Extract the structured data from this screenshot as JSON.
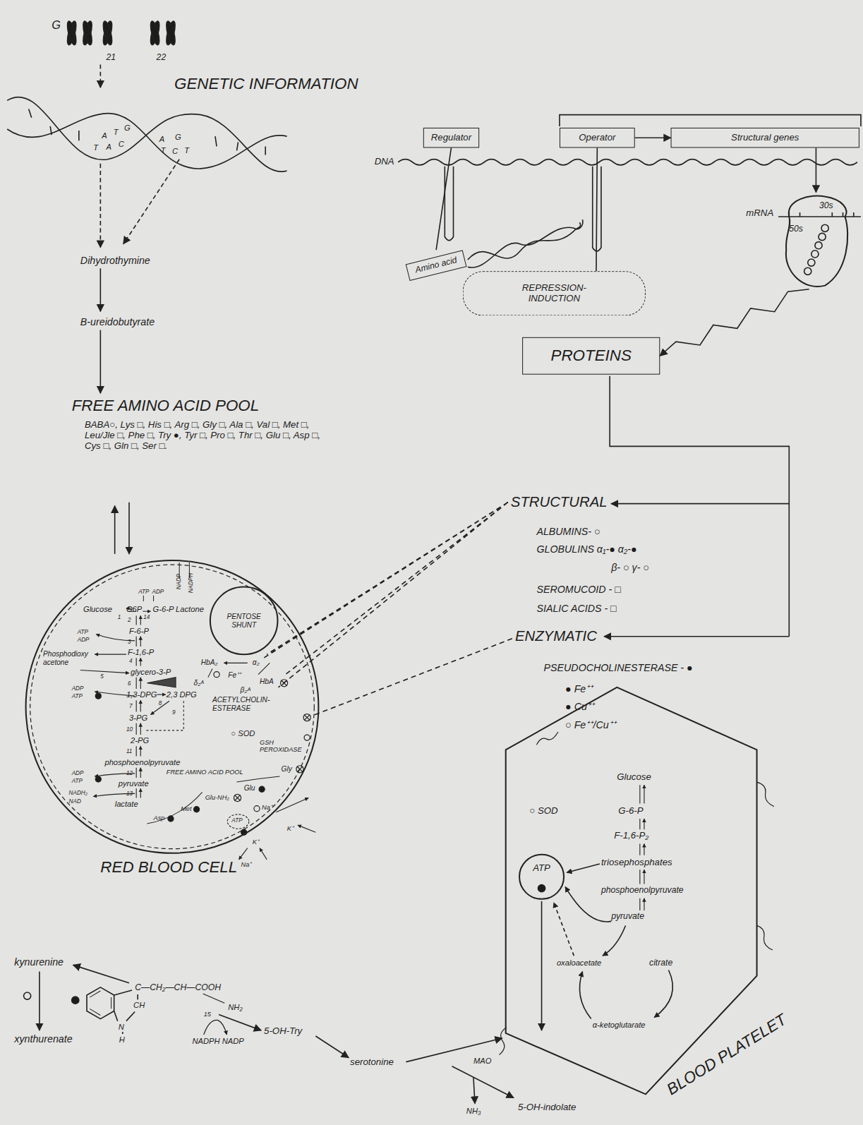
{
  "diagram": {
    "nodes": [
      {
        "text": [
          "Regulator"
        ]
      },
      {
        "text": [
          "Operator"
        ]
      },
      {
        "text": [
          "Structural genes"
        ]
      },
      {
        "text": [
          "REPRESSION- INDUCTION"
        ]
      },
      {
        "text": [
          "Amino acid"
        ]
      },
      {
        "text": [
          "PROTEINS"
        ]
      },
      {
        "text": [
          "30s",
          "50s"
        ]
      },
      {
        "text": [
          "RED BLOOD CELL"
        ]
      },
      {
        "text": [
          "PENTOSE SHUNT"
        ],
        "in": 7
      },
      {
        "text": [
          "BLOOD PLATELET"
        ]
      },
      {
        "text": [
          "ATP"
        ],
        "in": 9
      }
    ],
    "edges": [
      {
        "from": 1,
        "to": 2,
        "arrow": "to"
      },
      {
        "from": 2,
        "to": 6,
        "arrow": "to"
      },
      {
        "from": 6,
        "to": 5,
        "arrow": "to"
      },
      {
        "from": 0,
        "to": 4,
        "arrow": "none"
      },
      {
        "from": 1,
        "to": 3,
        "arrow": "none"
      }
    ],
    "labels": [
      "G",
      "21",
      "22",
      "GENETIC INFORMATION",
      "A",
      "T",
      "G",
      "T",
      "A",
      "C",
      "A",
      "G",
      "T",
      "C",
      "T",
      "Dihydrothymine",
      "B-ureidobutyrate",
      "FREE AMINO ACID POOL",
      "BABA○, Lys □, His □, Arg □, Gly □, Ala □, Val □, Met □, Leu/Jle □, Phe □, Try ●, Tyr □, Pro □, Thr □, Glu □, Asp □, Cys □, Gln □, Ser □.",
      "DNA",
      "mRNA",
      "STRUCTURAL",
      "ALBUMINS- ○",
      "GLOBULINS α₁-● α₂-●",
      "β- ○ γ- ○",
      "SEROMUCOID - □",
      "SIALIC ACIDS - □",
      "ENZYMATIC",
      "PSEUDOCHOLINESTERASE - ●",
      "● Fe⁺⁺",
      "● Cu⁺⁺",
      "○ Fe⁺⁺/Cu⁺⁺",
      "ATP",
      "ADP",
      "NADP",
      "NADPH",
      "Glucose",
      "1",
      "G6P",
      "G-6-P Lactone",
      "14",
      "2",
      "F-6-P",
      "ATP",
      "ADP",
      "3",
      "F-1,6-P",
      "4",
      "Phosphodioxy acetone",
      "5",
      "glycero-3-P",
      "6",
      "1,3-DPG",
      "ADP",
      "ATP",
      "7",
      "8",
      "2,3 DPG",
      "3-PG",
      "9",
      "10",
      "2-PG",
      "11",
      "phosphoenolpyruvate",
      "ADP",
      "ATP",
      "12",
      "pyruvate",
      "13",
      "NADH₂",
      "NAD",
      "lactate",
      "HbA₂",
      "α₂",
      "Fe⁺⁺",
      "HbA",
      "δ₂ᴬ",
      "β₂ᴬ",
      "ACETYLCHOLIN- ESTERASE",
      "○ SOD",
      "GSH PEROXIDASE",
      "FREE AMINO ACID POOL",
      "Gly",
      "Glu",
      "Glu-NH₂",
      "Met",
      "Asp",
      "Na⁺",
      "ATP",
      "K⁺",
      "K⁺",
      "Na⁺",
      "○ SOD",
      "Glucose",
      "G-6-P",
      "F-1,6-P₂",
      "triosephosphates",
      "phosphoenolpyruvate",
      "pyruvate",
      "oxaloacetate",
      "citrate",
      "α-ketoglutarate",
      "kynurenine",
      "xynthurenate",
      "C—CH₂—CH—COOH",
      "CH",
      "N",
      "H",
      "NH₂",
      "15",
      "NADPH NADP",
      "5-OH-Try",
      "serotonine",
      "MAO",
      "NH₃",
      "5-OH-indolate"
    ]
  }
}
